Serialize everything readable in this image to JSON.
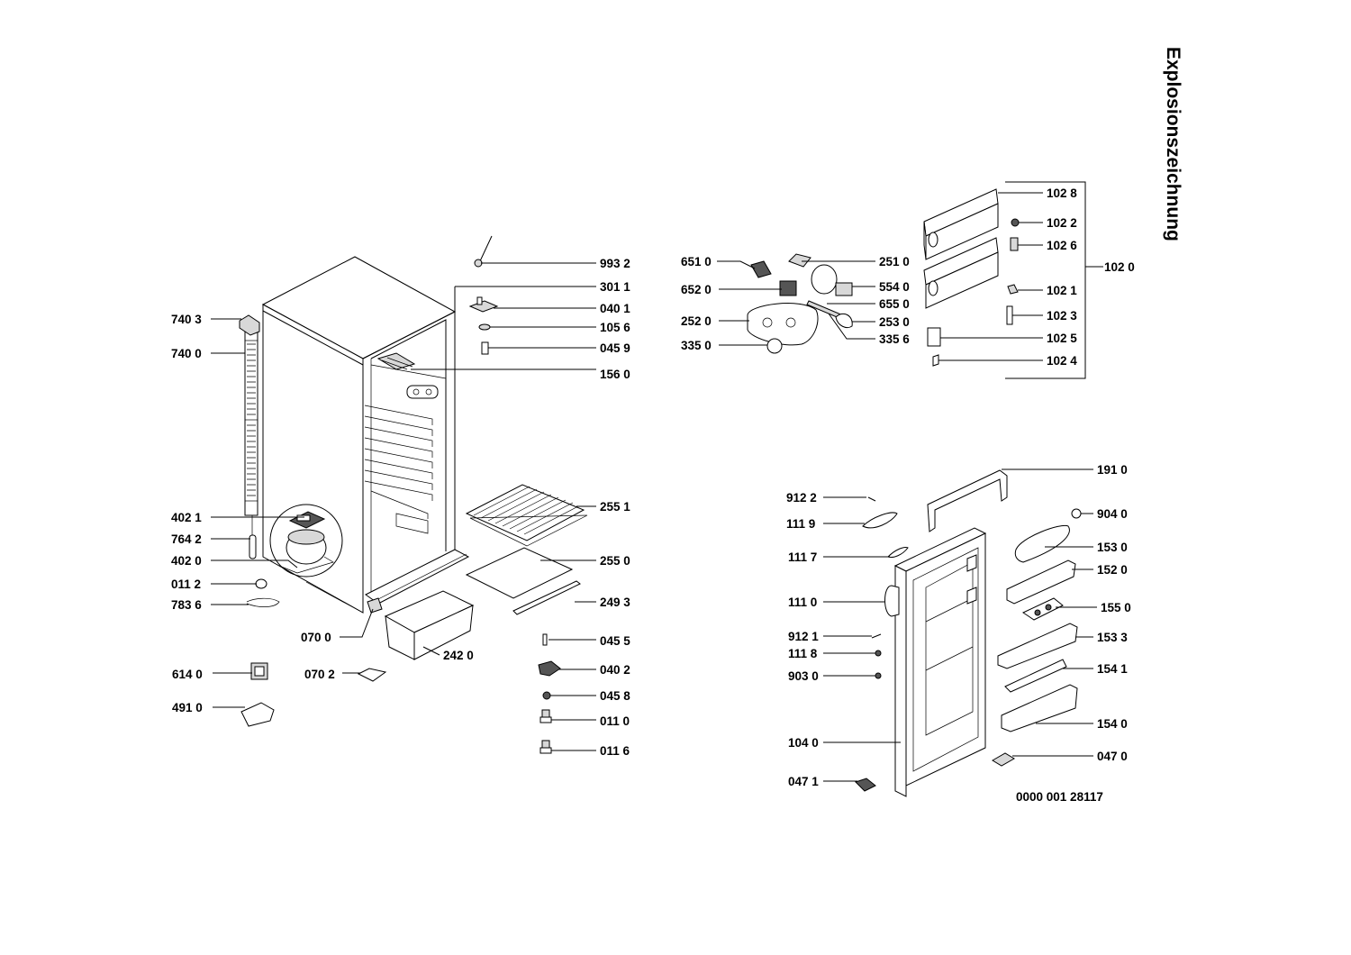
{
  "title": "Explosionszeichnung",
  "document_number": "0000 001 28117",
  "callouts": {
    "c9932": "993 2",
    "c3011": "301 1",
    "c0401": "040 1",
    "c1056": "105 6",
    "c0459": "045 9",
    "c1560": "156 0",
    "c7403": "740 3",
    "c7400": "740 0",
    "c4021": "402 1",
    "c7642": "764 2",
    "c4020": "402 0",
    "c0112": "011 2",
    "c7836": "783 6",
    "c0700": "070 0",
    "c6140": "614 0",
    "c0702": "070 2",
    "c4910": "491 0",
    "c2551": "255 1",
    "c2550": "255 0",
    "c2493": "249 3",
    "c2420": "242 0",
    "c0455": "045 5",
    "c0402": "040 2",
    "c0458": "045 8",
    "c0110": "011 0",
    "c0116": "011 6",
    "c6510": "651 0",
    "c6520": "652 0",
    "c2520": "252 0",
    "c3350": "335 0",
    "c2510": "251 0",
    "c5540": "554 0",
    "c6550": "655 0",
    "c2530": "253 0",
    "c3356": "335 6",
    "c1028": "102 8",
    "c1022": "102 2",
    "c1026": "102 6",
    "c1020": "102 0",
    "c1021": "102 1",
    "c1023": "102 3",
    "c1025": "102 5",
    "c1024": "102 4",
    "c9122": "912 2",
    "c1119": "111 9",
    "c1117": "111 7",
    "c1110": "111 0",
    "c9121": "912 1",
    "c1118": "111 8",
    "c9030": "903 0",
    "c1040": "104 0",
    "c0471": "047 1",
    "c1910": "191 0",
    "c9040": "904 0",
    "c1530": "153 0",
    "c1520": "152 0",
    "c1550": "155 0",
    "c1533": "153 3",
    "c1541": "154 1",
    "c1540": "154 0",
    "c0470": "047 0"
  }
}
